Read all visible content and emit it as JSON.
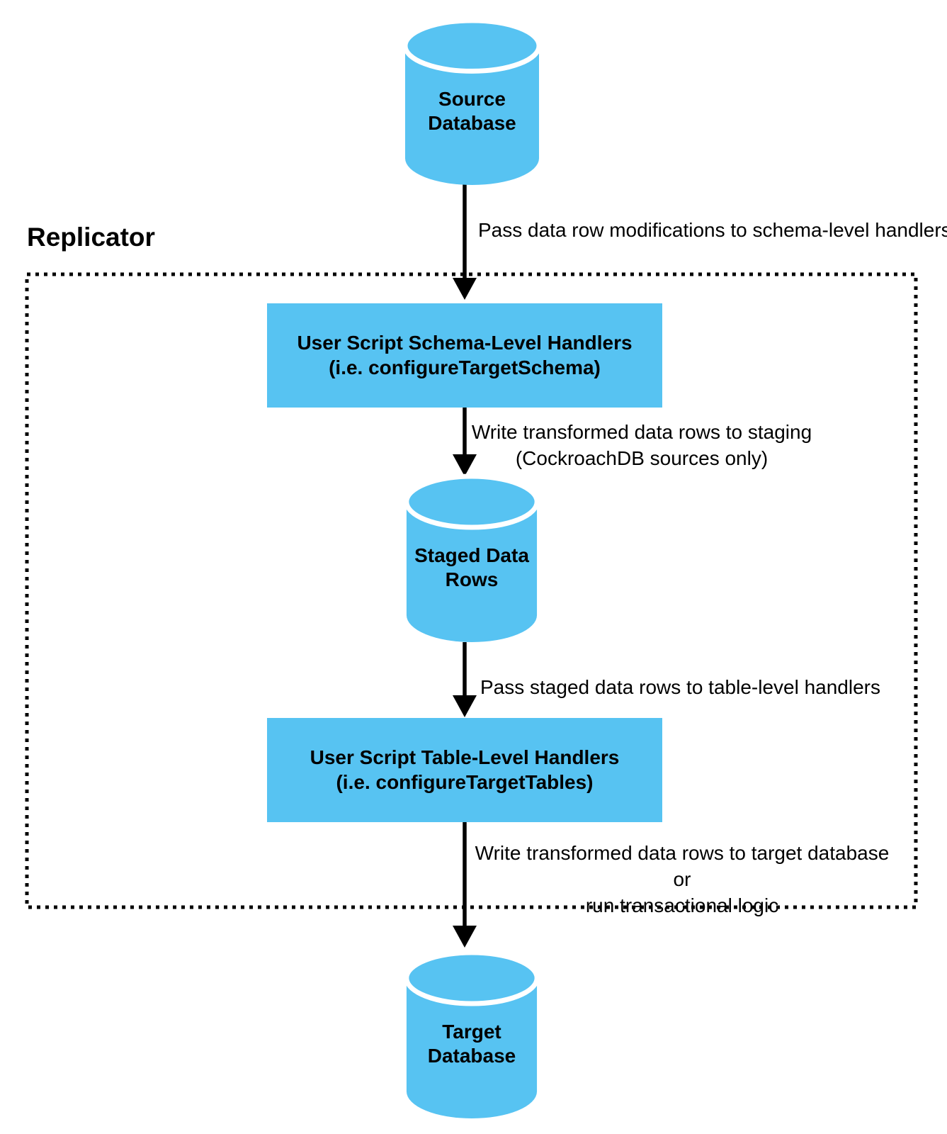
{
  "colors": {
    "node_fill": "#57C3F2",
    "arrow": "#000000",
    "border": "#000000"
  },
  "replicator": {
    "label": "Replicator"
  },
  "nodes": {
    "source_db": {
      "line1": "Source",
      "line2": "Database"
    },
    "schema_handlers": {
      "line1": "User Script Schema-Level Handlers",
      "line2": "(i.e. configureTargetSchema)"
    },
    "staged_rows": {
      "line1": "Staged Data",
      "line2": "Rows"
    },
    "table_handlers": {
      "line1": "User Script Table-Level Handlers",
      "line2": "(i.e. configureTargetTables)"
    },
    "target_db": {
      "line1": "Target",
      "line2": "Database"
    }
  },
  "edges": {
    "to_schema_handlers": {
      "label": "Pass data row modifications to schema-level handlers"
    },
    "to_staging": {
      "line1": "Write transformed data rows to staging",
      "line2": "(CockroachDB sources only)"
    },
    "to_table_handlers": {
      "label": "Pass staged data rows to table-level handlers"
    },
    "to_target": {
      "line1": "Write transformed data rows to target database or",
      "line2": "run transactional logic"
    }
  }
}
